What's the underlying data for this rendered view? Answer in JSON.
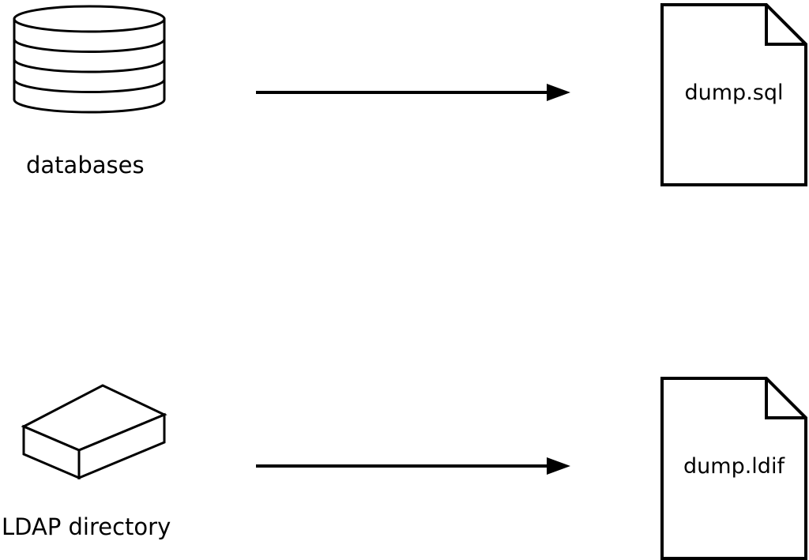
{
  "diagram": {
    "rows": [
      {
        "source_label": "databases",
        "source_icon": "database-cylinder-icon",
        "arrow": "right-arrow",
        "target_file": "dump.sql",
        "target_icon": "document-icon"
      },
      {
        "source_label": "LDAP directory",
        "source_icon": "box-icon",
        "arrow": "right-arrow",
        "target_file": "dump.ldif",
        "target_icon": "document-icon"
      }
    ],
    "colors": {
      "stroke": "#000000",
      "fill": "#ffffff",
      "background": "#ffffff"
    }
  }
}
